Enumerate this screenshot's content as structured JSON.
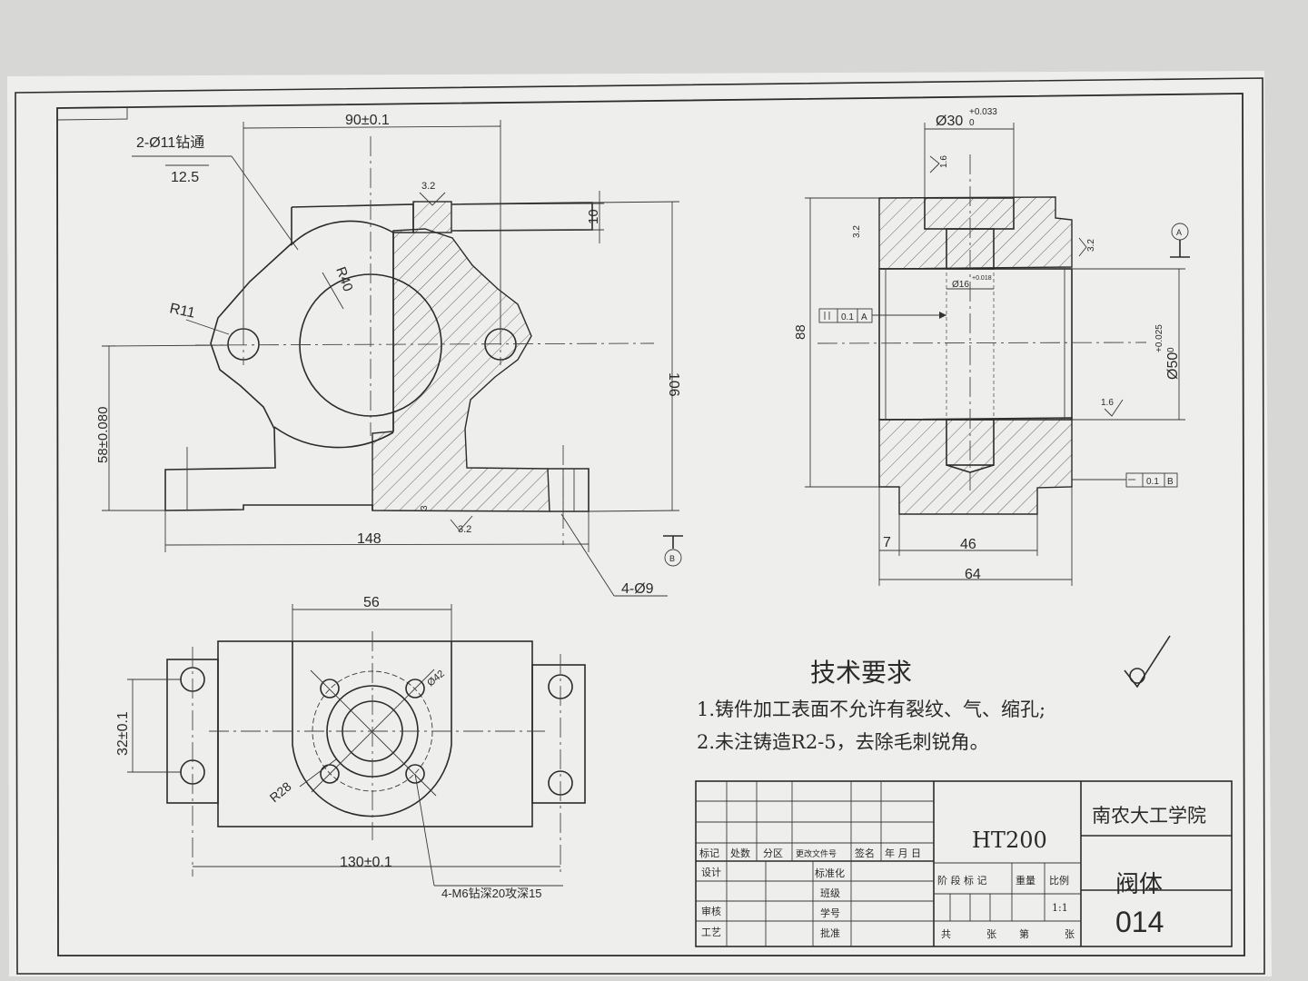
{
  "drawing": {
    "front_view": {
      "dims": {
        "width_top": "90±0.1",
        "holes_drill": "2-Ø11钻通",
        "roughness_hole": "12.5",
        "radius_boss": "R40",
        "radius_ear": "R11",
        "rough_top": "3.2",
        "top_thk": "10",
        "height_total": "106",
        "center_height": "58±0.080",
        "base_width": "148",
        "rough_base": "3.2",
        "base_small": "3",
        "base_holes": "4-Ø9",
        "section_mark": "B"
      }
    },
    "side_view": {
      "dims": {
        "bore_top": "Ø30",
        "bore_top_tol": "+0.033",
        "bore_top_tol_low": "0",
        "rough_bore_top": "1.6",
        "rough_left": "3.2",
        "rough_right": "3.2",
        "inner_bore": "Ø16",
        "inner_bore_tol": "+0.018",
        "height": "88",
        "tol_frame_value": "0.1",
        "tol_frame_datum": "A",
        "main_bore": "Ø50",
        "main_bore_tol": "+0.025",
        "main_bore_tol_low": "0",
        "rough_main": "1.6",
        "datum_label": "A",
        "tol_frame2_value": "0.1",
        "tol_frame2_datum": "B",
        "left_offset": "7",
        "inner_width": "46",
        "total_width": "64"
      }
    },
    "top_view": {
      "dims": {
        "width_56": "56",
        "pitch": "32±0.1",
        "hole_circle": "Ø42",
        "radius": "R28",
        "overall": "130±0.1",
        "tapped": "4-M6钻深20攻深15"
      }
    }
  },
  "notes": {
    "title": "技术要求",
    "items": [
      "1.铸件加工表面不允许有裂纹、气、缩孔;",
      "2.未注铸造R2-5，去除毛刺锐角。"
    ]
  },
  "title_block": {
    "material": "HT200",
    "school": "南农大工学院",
    "part_name": "阀体",
    "drawing_no": "014",
    "header_cells": [
      "标记",
      "处数",
      "分区",
      "更改文件号",
      "签名",
      "年 月 日"
    ],
    "rows": {
      "design": "设计",
      "standard": "标准化",
      "class": "班级",
      "review": "审核",
      "student_no": "学号",
      "process": "工艺",
      "approve": "批准"
    },
    "stage_cells": [
      "阶 段 标 记",
      "重量",
      "比例"
    ],
    "scale": "1:1",
    "sheet_total": "共",
    "sheet_unit": "张",
    "sheet_no": "第",
    "sheet_unit2": "张"
  }
}
